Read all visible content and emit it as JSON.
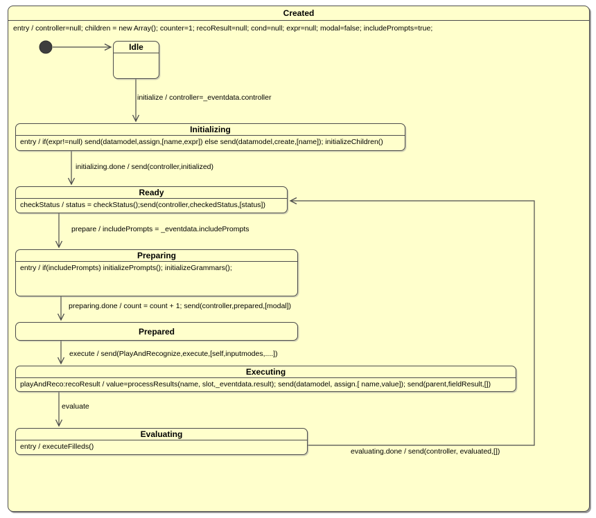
{
  "diagram": {
    "outer": {
      "name": "Created",
      "action": "entry / controller=null; children = new Array(); counter=1; recoResult=null; cond=null; expr=null; modal=false; includePrompts=true;"
    },
    "states": [
      {
        "id": "idle",
        "name": "Idle",
        "action": ""
      },
      {
        "id": "initializing",
        "name": "Initializing",
        "action": "entry /  if(expr!=null) send(datamodel,assign,[name,expr]) else send(datamodel,create,[name]); initializeChildren()"
      },
      {
        "id": "ready",
        "name": "Ready",
        "action": "checkStatus / status = checkStatus();send(controller,checkedStatus,[status])"
      },
      {
        "id": "preparing",
        "name": "Preparing",
        "action": "entry / if(includePrompts) initializePrompts(); initializeGrammars();"
      },
      {
        "id": "prepared",
        "name": "Prepared",
        "action": ""
      },
      {
        "id": "executing",
        "name": "Executing",
        "action": "playAndReco:recoResult / value=processResults(name, slot,_eventdata.result); send(datamodel, assign.[ name,value]); send(parent,fieldResult,[])"
      },
      {
        "id": "evaluating",
        "name": "Evaluating",
        "action": "entry / executeFilleds()"
      }
    ],
    "transitions": [
      {
        "from": "initial",
        "to": "Idle",
        "label": ""
      },
      {
        "from": "Idle",
        "to": "Initializing",
        "label": "initialize / controller=_eventdata.controller"
      },
      {
        "from": "Initializing",
        "to": "Ready",
        "label": "initializing.done / send(controller,initialized)"
      },
      {
        "from": "Ready",
        "to": "Preparing",
        "label": "prepare / includePrompts = _eventdata.includePrompts"
      },
      {
        "from": "Preparing",
        "to": "Prepared",
        "label": "preparing.done / count = count + 1; send(controller,prepared,[modal])"
      },
      {
        "from": "Prepared",
        "to": "Executing",
        "label": "execute / send(PlayAndRecognize,execute,[self,inputmodes,....])"
      },
      {
        "from": "Executing",
        "to": "Evaluating",
        "label": "evaluate"
      },
      {
        "from": "Evaluating",
        "to": "Ready",
        "label": "evaluating.done / send(controller, evaluated,[])"
      }
    ],
    "colors": {
      "fill": "#FFFFCC",
      "border": "#4B4B4B",
      "text": "#000000",
      "initial_marker": "#3E3E3E",
      "shadow": "#9B9B9B",
      "page_bg": "#FFFFFF"
    }
  }
}
